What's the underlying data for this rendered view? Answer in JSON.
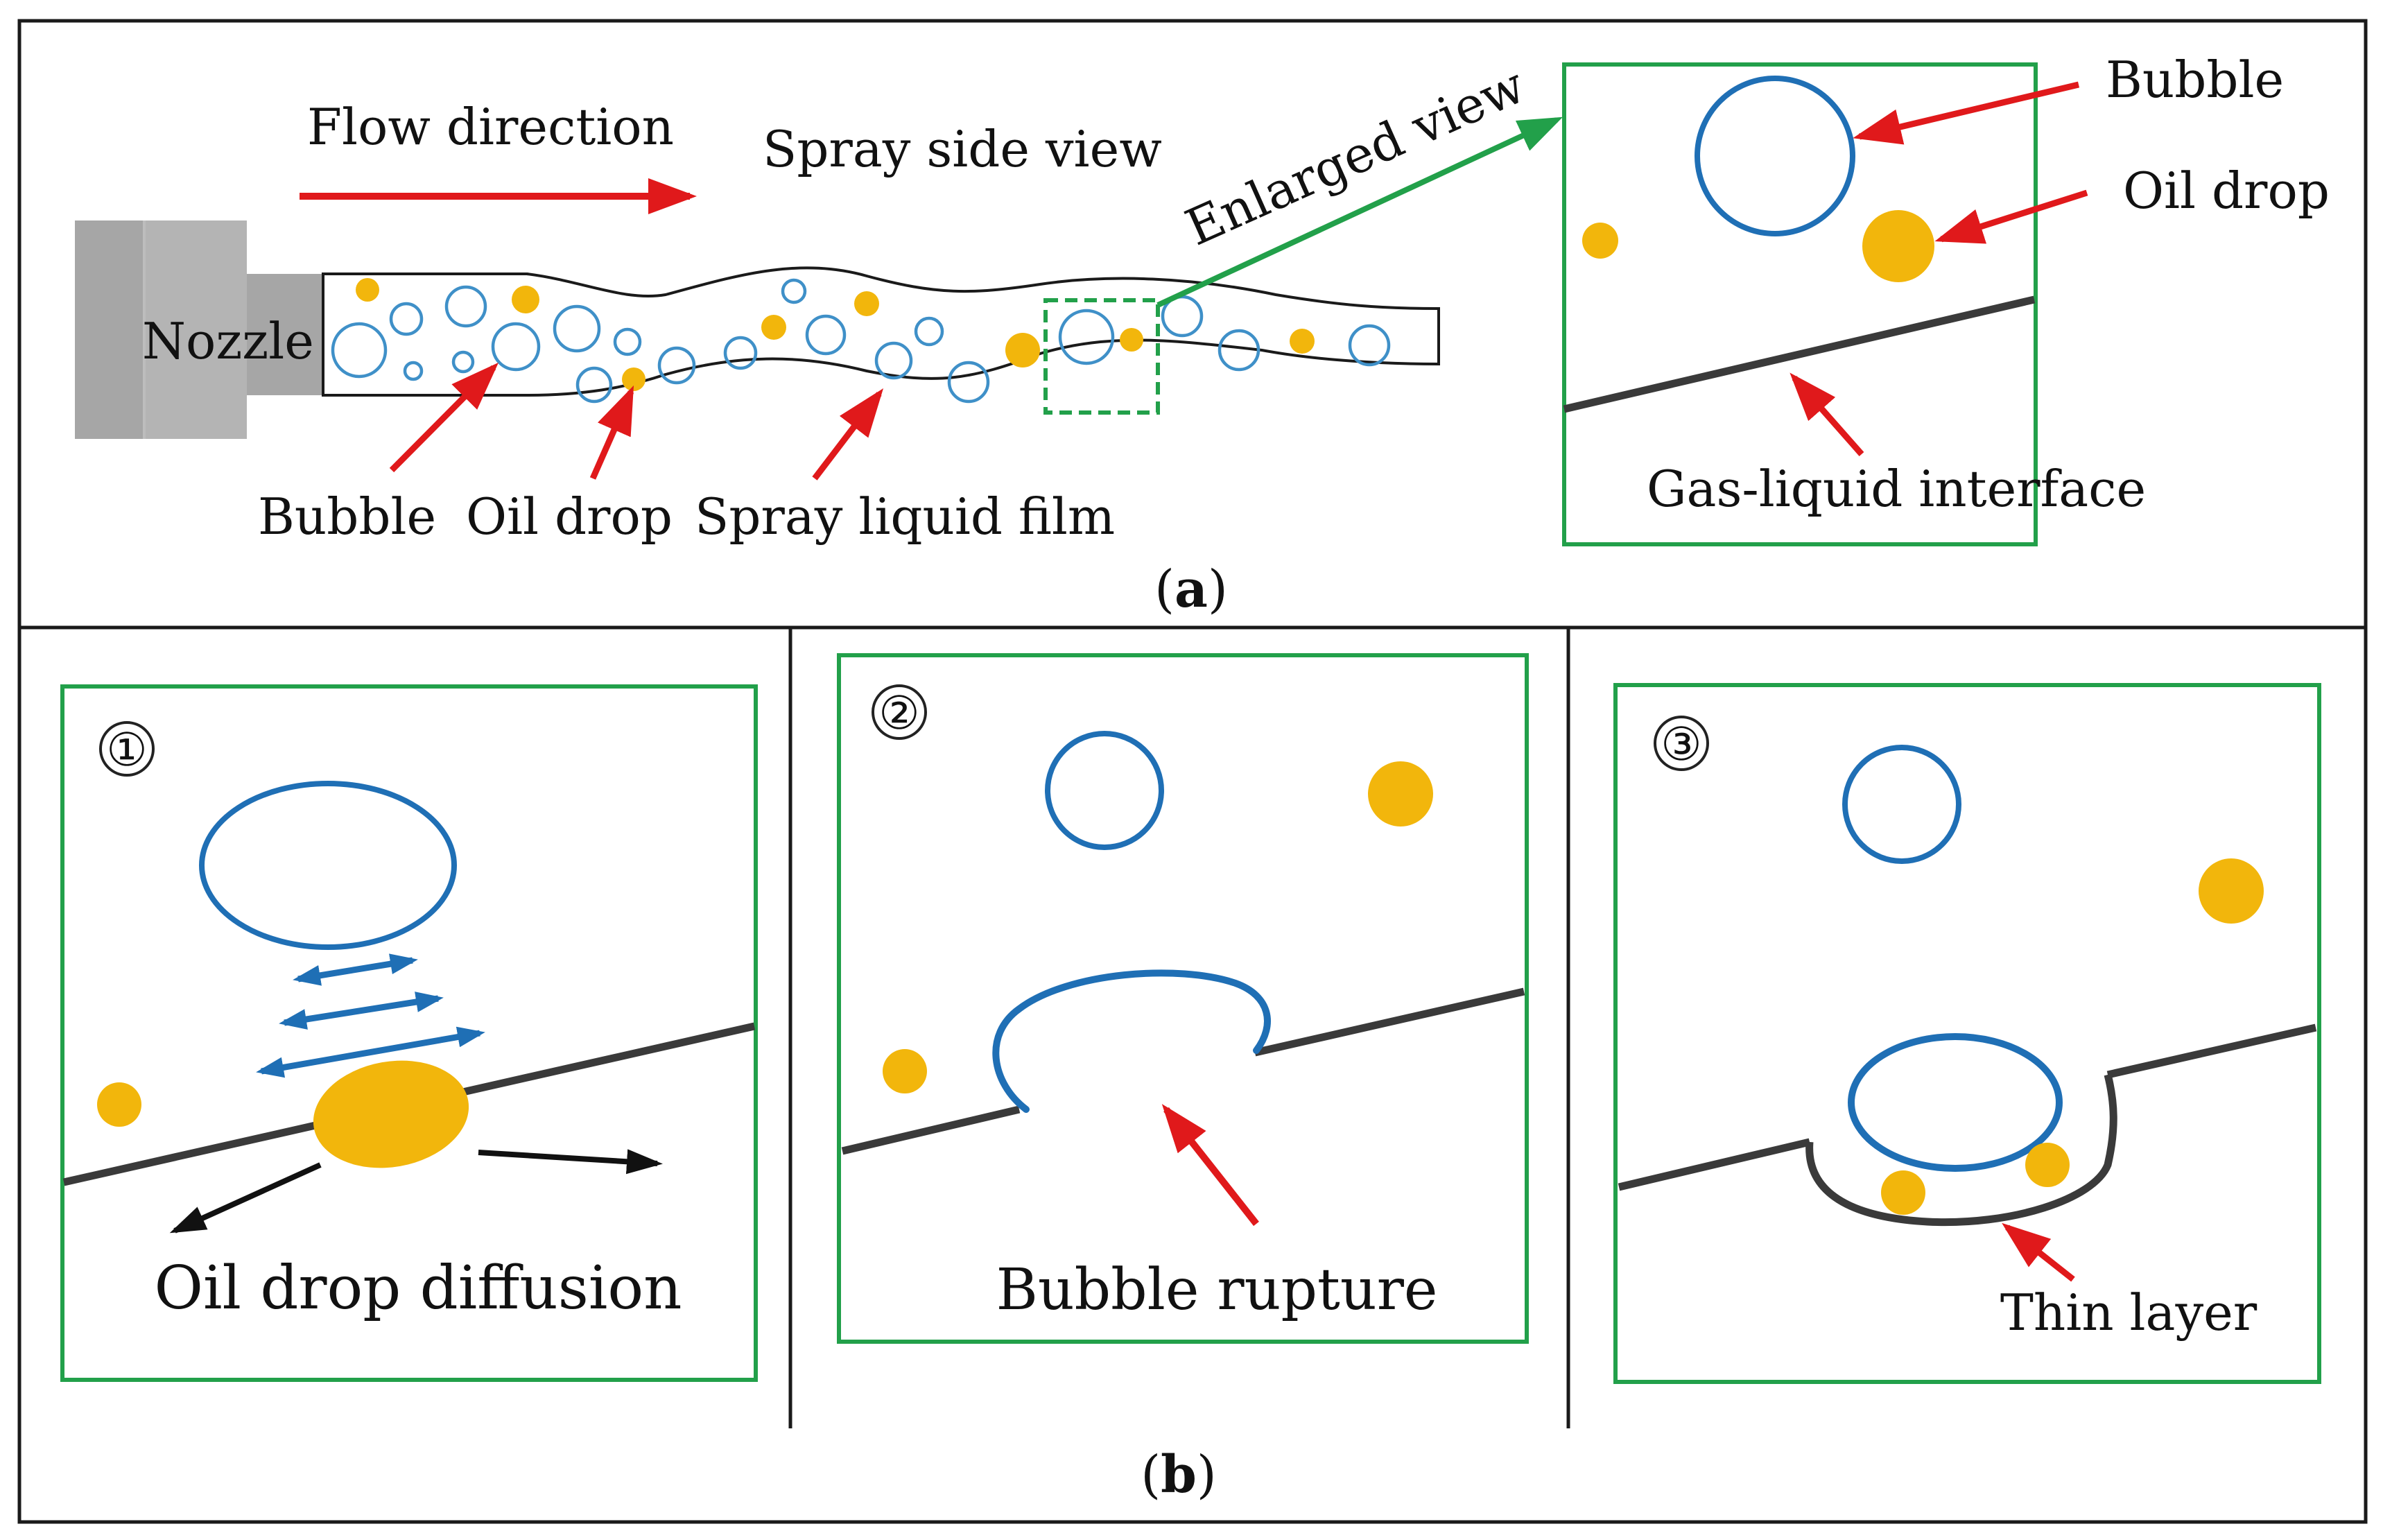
{
  "colors": {
    "frame": "#1a1a1a",
    "panel_border": "#22a04a",
    "bubble": "#1f6fb5",
    "bubble_light": "#3f90c8",
    "oil": "#f2b60c",
    "pointer_arrow": "#e0191b",
    "enlarge_arrow": "#22a04a",
    "interface": "#3a3a3a",
    "nozzle": "#a6a6a6",
    "black_arrow": "#111111"
  },
  "panel_a": {
    "caption": "a",
    "labels": {
      "flow_direction": "Flow direction",
      "spray_side_view": "Spray side view",
      "enlarged_view": "Enlarged view",
      "nozzle": "Nozzle",
      "bubble": "Bubble",
      "oil_drop": "Oil drop",
      "spray_liquid_film": "Spray liquid film"
    },
    "enlarged": {
      "bubble": "Bubble",
      "oil_drop": "Oil drop",
      "gas_liquid_interface": "Gas-liquid interface"
    }
  },
  "panel_b": {
    "caption": "b",
    "steps": [
      {
        "number": "①",
        "label": "Oil drop diffusion"
      },
      {
        "number": "②",
        "label": "Bubble rupture"
      },
      {
        "number": "③",
        "label": "Thin layer"
      }
    ]
  }
}
